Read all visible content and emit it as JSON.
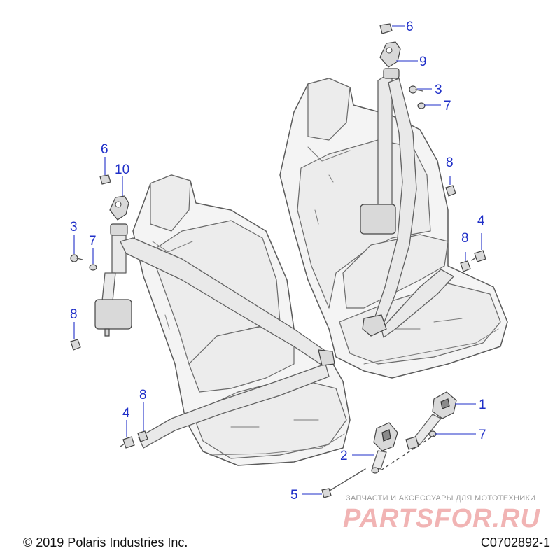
{
  "diagram": {
    "callouts": {
      "c1": "1",
      "c2": "2",
      "c3a": "3",
      "c3b": "3",
      "c4a": "4",
      "c4b": "4",
      "c5": "5",
      "c6a": "6",
      "c6b": "6",
      "c7a": "7",
      "c7b": "7",
      "c7c": "7",
      "c8a": "8",
      "c8b": "8",
      "c8c": "8",
      "c8d": "8",
      "c9": "9",
      "c10": "10"
    }
  },
  "footer": {
    "copyright": "© 2019 Polaris Industries Inc.",
    "drawing_number": "C0702892-1"
  },
  "watermark": {
    "tagline": "ЗАПЧАСТИ И АКСЕССУАРЫ ДЛЯ МОТОТЕХНИКИ",
    "logo_text": "PARTSFOR.RU"
  },
  "colors": {
    "callout": "#1f2fc8",
    "line_art": "#5a5a5a",
    "watermark": "#f1b4b4"
  }
}
